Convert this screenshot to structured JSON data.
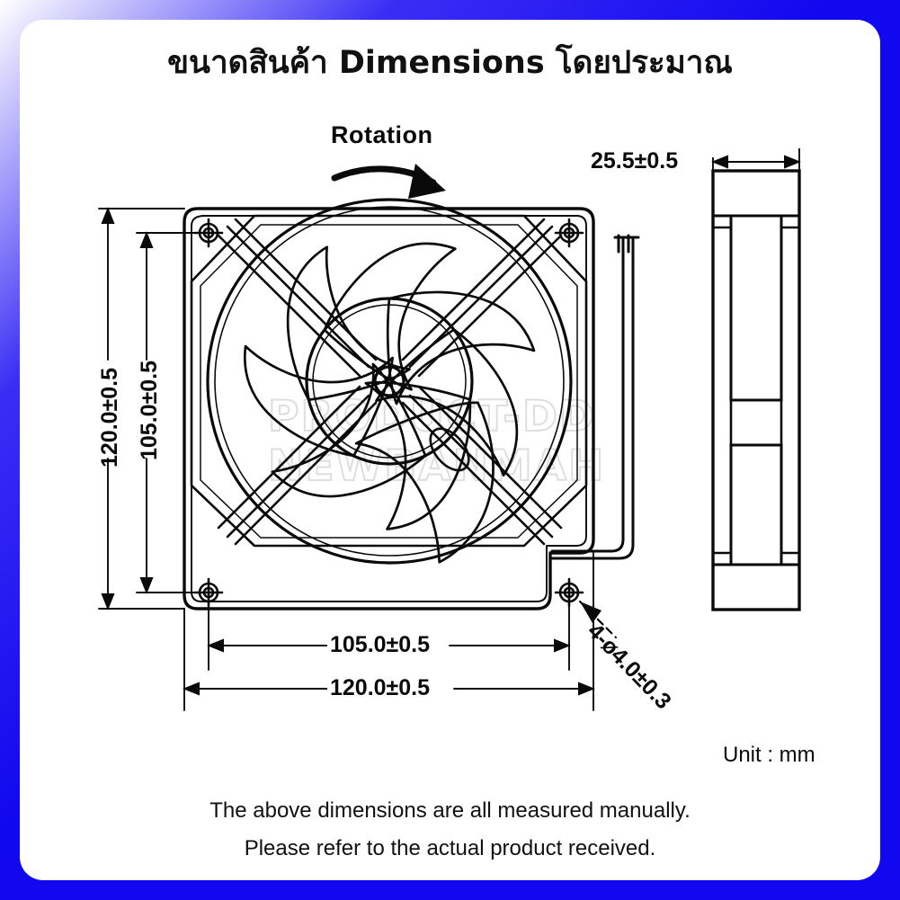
{
  "page": {
    "title": "ขนาดสินค้า Dimensions โดยประมาณ",
    "frame_color": "#1208ef",
    "background": "#ffffff",
    "line_color": "#0a0a0a"
  },
  "drawing": {
    "rotation_label": "Rotation",
    "rotation_arrow": "curved-arrow-clockwise",
    "front_view": {
      "width_outer": "120.0±0.5",
      "width_inner": "105.0±0.5",
      "height_outer": "120.0±0.5",
      "height_inner": "105.0±0.5",
      "hole_callout": "4-ø4.0±0.3",
      "blade_count": 7,
      "mounting_hole_count": 4
    },
    "side_view": {
      "thickness": "25.5±0.5"
    },
    "unit_note": "Unit : mm"
  },
  "notes": {
    "line1": "The above dimensions are all measured manually.",
    "line2": "Please refer to the actual product received."
  },
  "watermark": {
    "line1": "PRODUCT-DD",
    "line2": "NEWBANMAH",
    "color": "#dededd"
  }
}
